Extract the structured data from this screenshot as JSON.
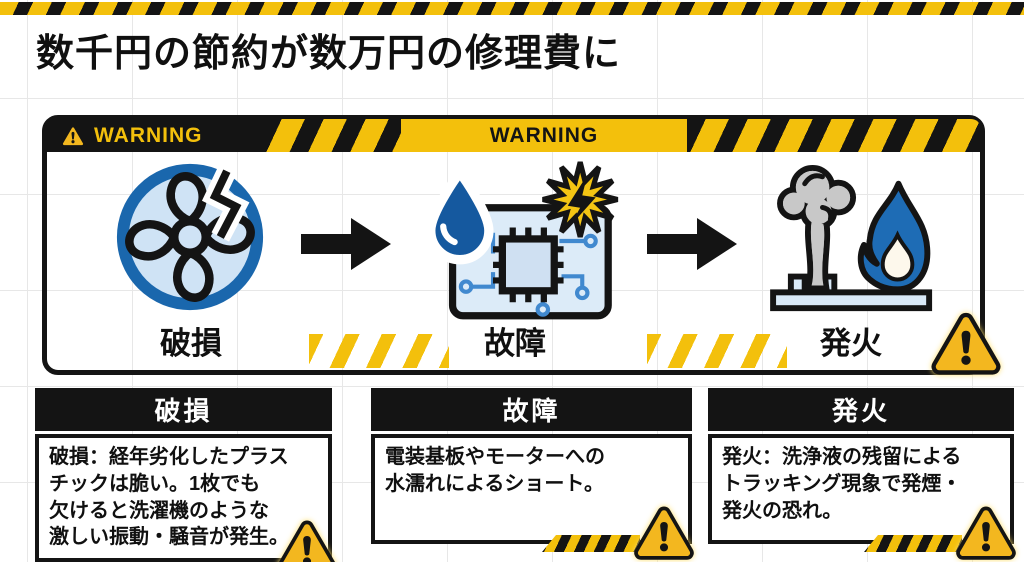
{
  "title": "数千円の節約が数万円の修理費に",
  "banner": {
    "left_label": "WARNING",
    "center_label": "WARNING"
  },
  "flow": {
    "steps": [
      {
        "label": "破損",
        "icon": "broken-fan-icon"
      },
      {
        "label": "故障",
        "icon": "wet-circuit-board-icon"
      },
      {
        "label": "発火",
        "icon": "smoke-and-fire-icon"
      }
    ]
  },
  "boxes": [
    {
      "header": "破損",
      "body_lines": [
        "破損：経年劣化したプラス",
        "チックは脆い。1枚でも",
        "欠けると洗濯機のような",
        "激しい振動・騒音が発生。"
      ]
    },
    {
      "header": "故障",
      "body_lines": [
        "電装基板やモーターへの",
        "水濡れによるショート。"
      ]
    },
    {
      "header": "発火",
      "body_lines": [
        "発火：洗浄液の残留による",
        "トラッキング現象で発煙・",
        "発火の恐れ。"
      ]
    }
  ],
  "colors": {
    "hazard_yellow": "#f3c00c",
    "hazard_black": "#141414",
    "fan_ring_blue": "#1a67ad",
    "light_blue": "#cfe3f5",
    "drop_blue": "#15599f",
    "flame_blue": "#1e6cb5",
    "smoke_gray": "#c8c8c8",
    "triangle_yellow": "#f3b71f"
  }
}
